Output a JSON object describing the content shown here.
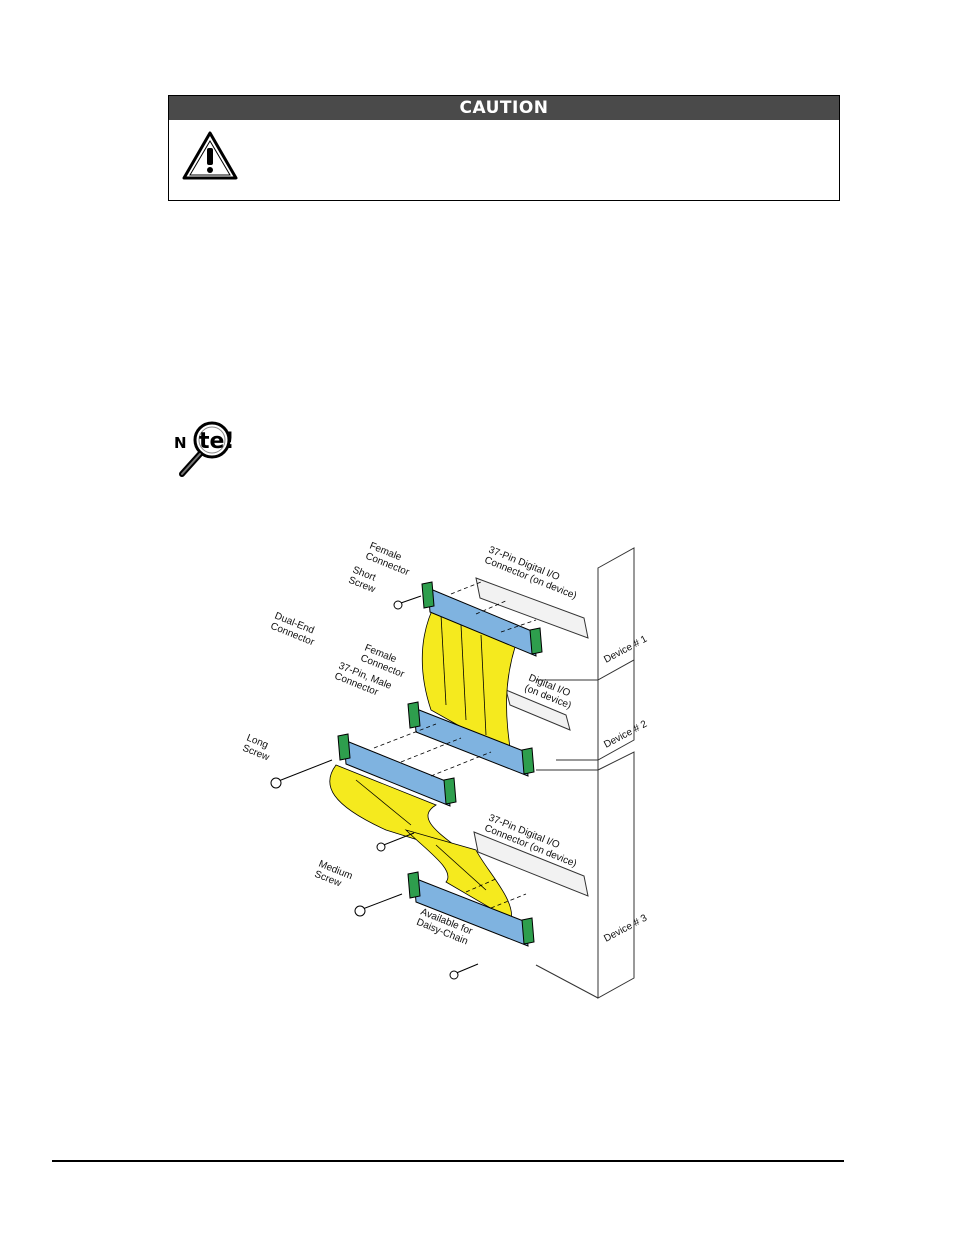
{
  "caution": {
    "title": "CAUTION"
  },
  "note_icon": {
    "text": "Note!"
  },
  "figure": {
    "labels": {
      "female_connector_1": [
        "Female",
        "Connector"
      ],
      "short_screw": [
        "Short",
        "Screw"
      ],
      "pin37_top": [
        "37-Pin Digital I/O",
        "Connector (on device)"
      ],
      "dual_end": [
        "Dual-End",
        "Connector"
      ],
      "female_connector_2": [
        "Female",
        "Connector"
      ],
      "male_connector": [
        "37-Pin, Male",
        "Connector"
      ],
      "digital_io": [
        "Digital I/O",
        "(on device)"
      ],
      "long_screw": [
        "Long",
        "Screw"
      ],
      "pin37_bottom": [
        "37-Pin Digital I/O",
        "Connector (on device)"
      ],
      "medium_screw": [
        "Medium",
        "Screw"
      ],
      "daisy_chain": [
        "Available for",
        "Daisy-Chain"
      ],
      "device1": "Device # 1",
      "device2": "Device # 2",
      "device3": "Device # 3"
    },
    "colors": {
      "cable": "#f5ea1e",
      "connector": "#7fb3e0",
      "bracket": "#2e9e4d"
    }
  }
}
